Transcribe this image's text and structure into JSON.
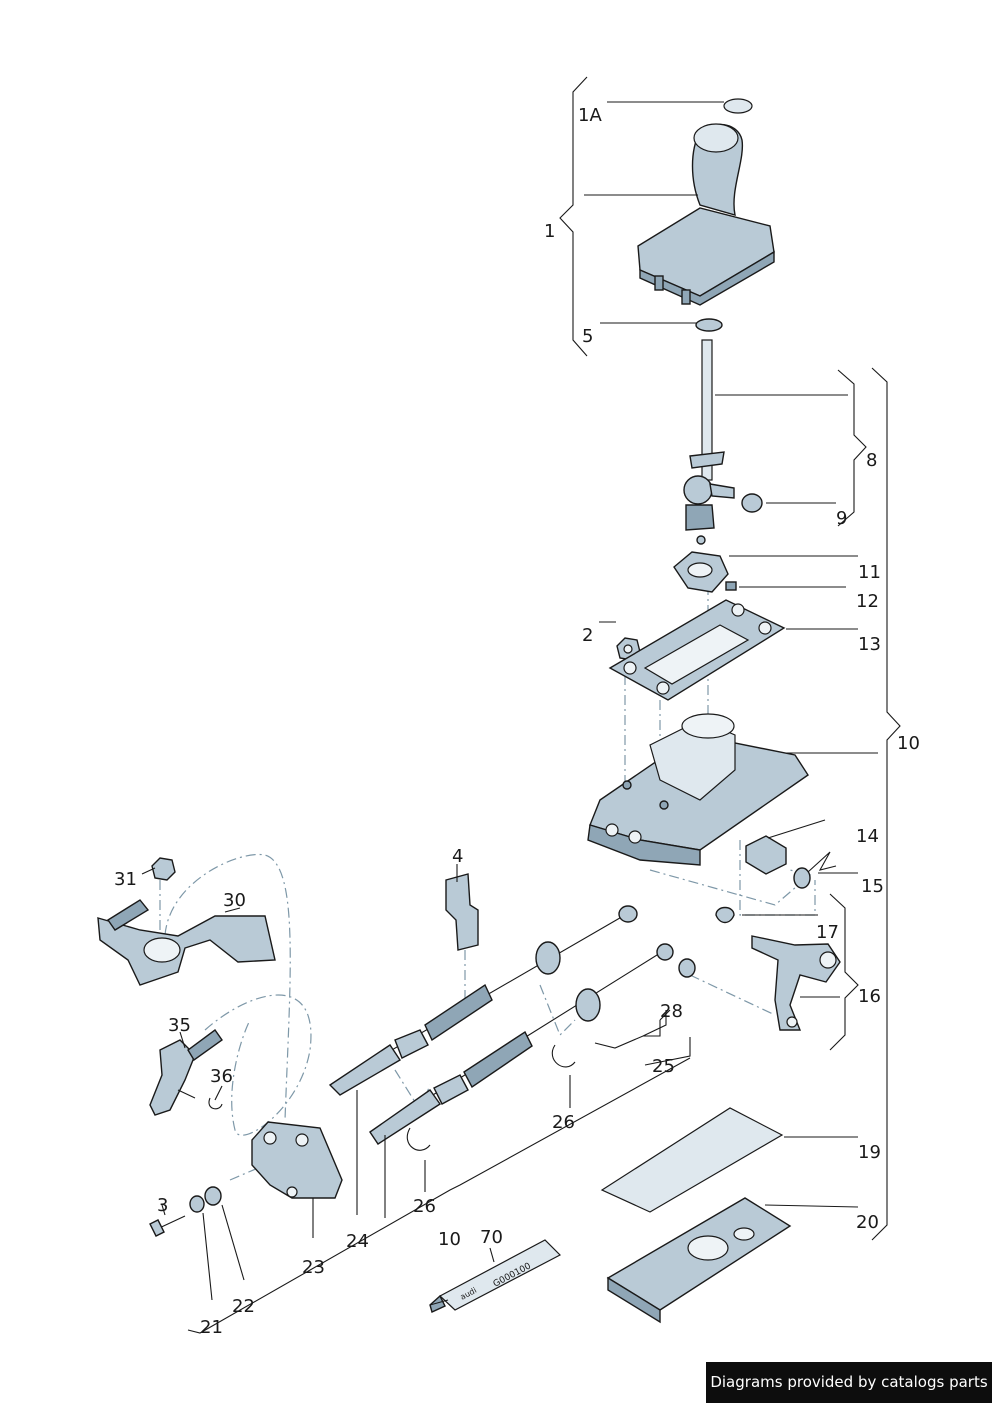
{
  "callouts": [
    {
      "id": "1A",
      "text": "1A"
    },
    {
      "id": "1",
      "text": "1"
    },
    {
      "id": "5",
      "text": "5"
    },
    {
      "id": "8",
      "text": "8"
    },
    {
      "id": "9",
      "text": "9"
    },
    {
      "id": "11",
      "text": "11"
    },
    {
      "id": "12",
      "text": "12"
    },
    {
      "id": "2",
      "text": "2"
    },
    {
      "id": "13",
      "text": "13"
    },
    {
      "id": "10a",
      "text": "10"
    },
    {
      "id": "14",
      "text": "14"
    },
    {
      "id": "15",
      "text": "15"
    },
    {
      "id": "17",
      "text": "17"
    },
    {
      "id": "16",
      "text": "16"
    },
    {
      "id": "4",
      "text": "4"
    },
    {
      "id": "31",
      "text": "31"
    },
    {
      "id": "30",
      "text": "30"
    },
    {
      "id": "28",
      "text": "28"
    },
    {
      "id": "25",
      "text": "25"
    },
    {
      "id": "35",
      "text": "35"
    },
    {
      "id": "36",
      "text": "36"
    },
    {
      "id": "26a",
      "text": "26"
    },
    {
      "id": "19",
      "text": "19"
    },
    {
      "id": "26b",
      "text": "26"
    },
    {
      "id": "3",
      "text": "3"
    },
    {
      "id": "20",
      "text": "20"
    },
    {
      "id": "24",
      "text": "24"
    },
    {
      "id": "10b",
      "text": "10"
    },
    {
      "id": "70",
      "text": "70"
    },
    {
      "id": "23",
      "text": "23"
    },
    {
      "id": "22",
      "text": "22"
    },
    {
      "id": "21",
      "text": "21"
    }
  ],
  "tube_marking": "G000100",
  "tube_logo_text": "audi",
  "footer_text": "Diagrams provided by catalogs parts",
  "colors": {
    "part_fill": "#b9cad6",
    "part_shadow": "#8fa6b6",
    "outline": "#1a1a1a",
    "centerline": "#7e98a8",
    "footer_bg": "#0d0d0d",
    "footer_text": "#ffffff"
  }
}
